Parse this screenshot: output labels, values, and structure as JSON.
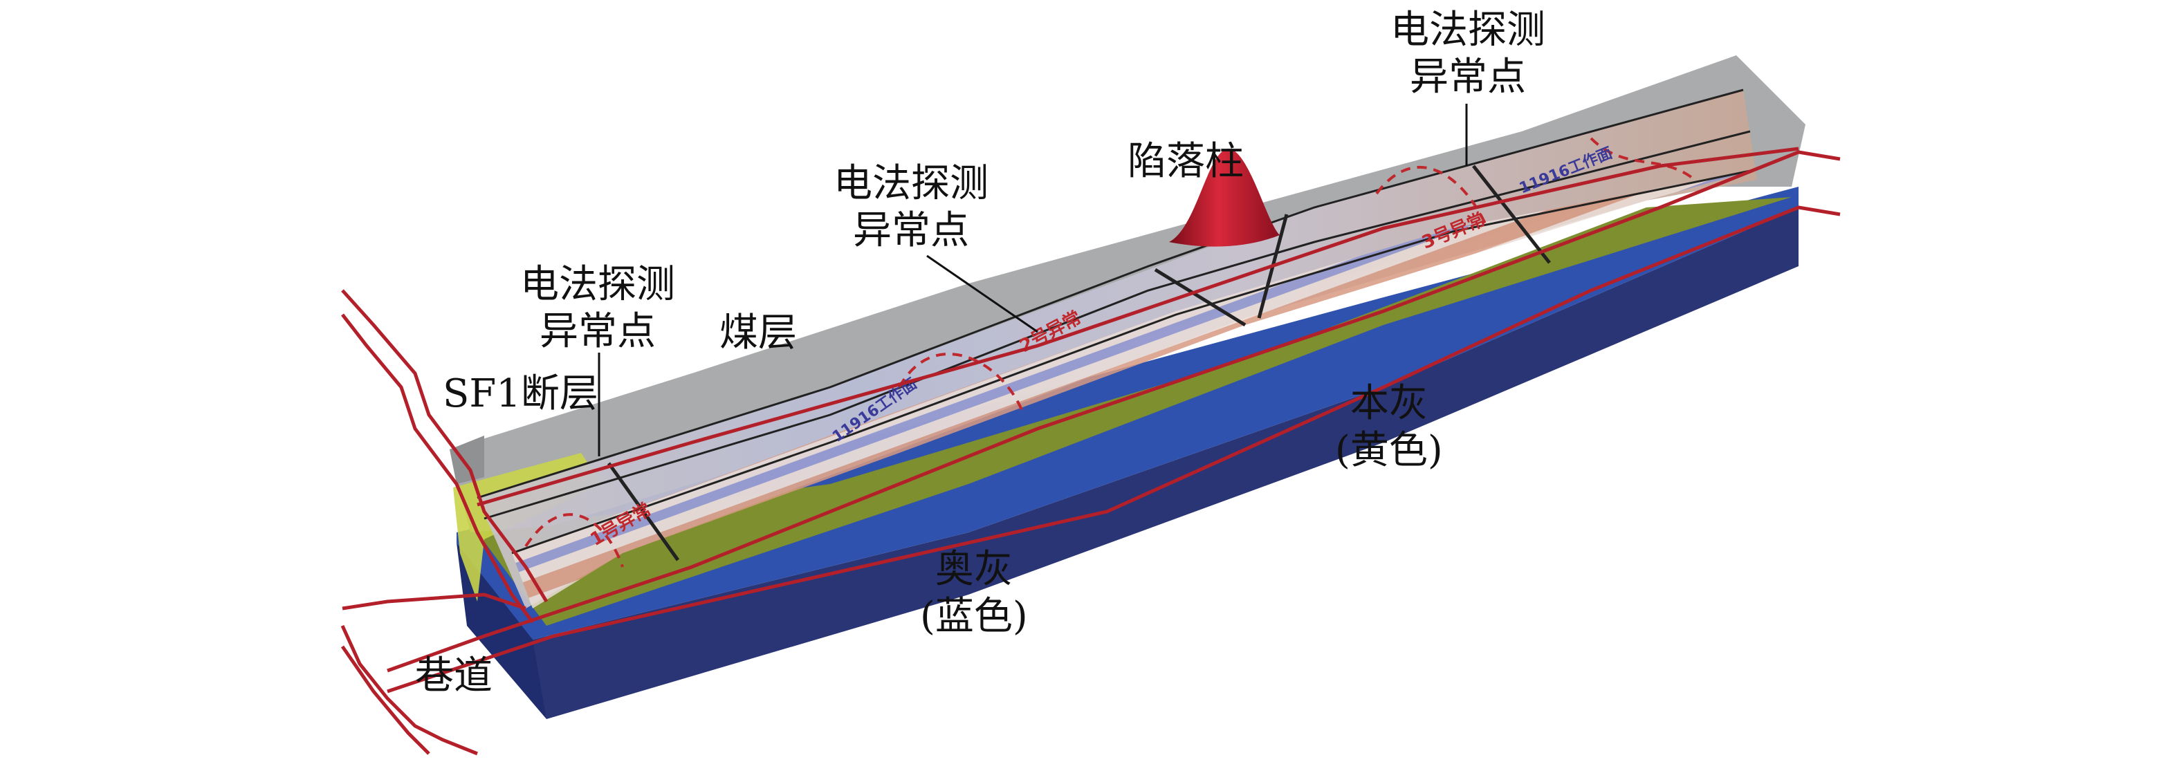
{
  "labels": {
    "anomaly_top_right": [
      "电法探测",
      "异常点"
    ],
    "collapse_column": "陷落柱",
    "anomaly_middle": [
      "电法探测",
      "异常点"
    ],
    "anomaly_left": [
      "电法探测",
      "异常点"
    ],
    "coal_seam": "煤层",
    "fault": "SF1断层",
    "benhui": [
      "本灰",
      "(黄色)"
    ],
    "aohui": [
      "奥灰",
      "(蓝色)"
    ],
    "roadway": "巷道"
  },
  "panel_text": {
    "anomaly_1": "1号异常",
    "anomaly_2": "2号异常",
    "anomaly_3": "3号异常",
    "workface_a": "11916工作面",
    "workface_b": "11916工作面"
  },
  "colors": {
    "coal_grey": "#a9abad",
    "aohui_blue": "#2a3a7a",
    "aohui_top": "#2f55b0",
    "benhui_green": "#7a8c2c",
    "column_red": "#b0162a",
    "roadway_red": "#b3202a",
    "fault_yellow": "#c9d44a"
  }
}
